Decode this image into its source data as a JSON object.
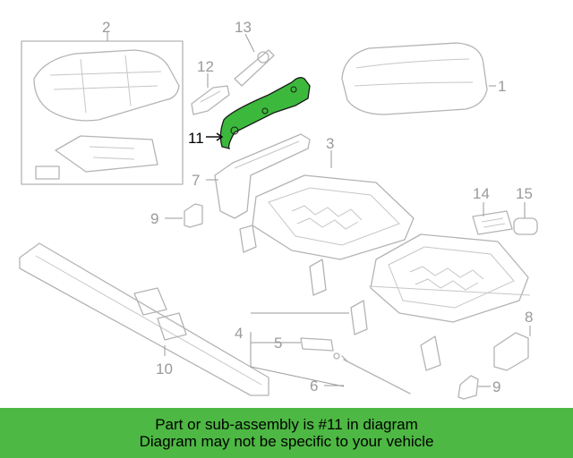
{
  "colors": {
    "highlight": "#3cb93c",
    "banner": "#4db843",
    "line": "#b4b4b4",
    "callout_text": "#9a9a9a"
  },
  "callouts": {
    "c1": "1",
    "c2": "2",
    "c3": "3",
    "c4": "4",
    "c5": "5",
    "c6": "6",
    "c7": "7",
    "c8": "8",
    "c9a": "9",
    "c9b": "9",
    "c10": "10",
    "c11": "11",
    "c12": "12",
    "c13": "13",
    "c14": "14",
    "c15": "15"
  },
  "banner": {
    "line1": "Part or sub-assembly is #11 in diagram",
    "line2": "Diagram may not be specific to your vehicle"
  }
}
